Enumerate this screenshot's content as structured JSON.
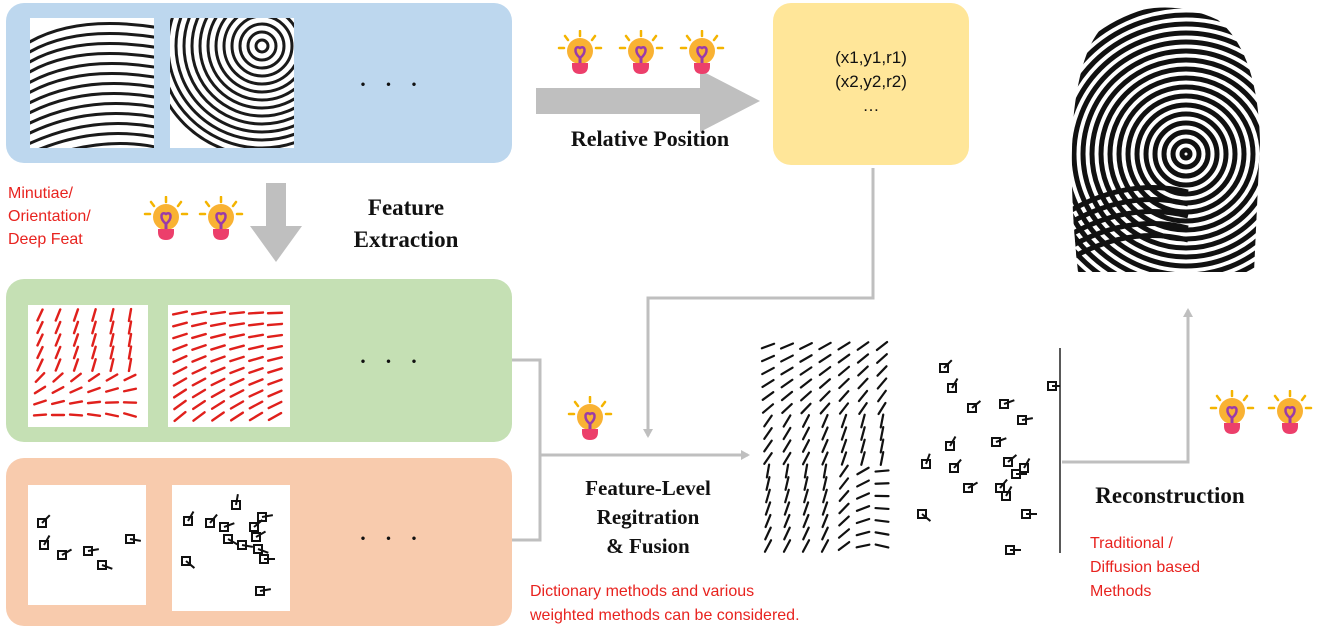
{
  "labels": {
    "relative_position": "Relative Position",
    "feature_extraction_line1": "Feature",
    "feature_extraction_line2": "Extraction",
    "feature_level_line1": "Feature-Level",
    "feature_level_line2": "Regitration",
    "feature_level_line3": "& Fusion",
    "reconstruction": "Reconstruction"
  },
  "notes": {
    "features_line1": "Minutiae/",
    "features_line2": "Orientation/",
    "features_line3": "Deep Feat",
    "dictionary_line1": "Dictionary methods and various",
    "dictionary_line2": "weighted methods can be considered.",
    "methods_line1": "Traditional /",
    "methods_line2": "Diffusion based",
    "methods_line3": "Methods"
  },
  "positions_box": {
    "line1": "(x1,y1,r1)",
    "line2": "(x2,y2,r2)",
    "line3": "…"
  },
  "ellipsis": {
    "fingerprints": "· · ·",
    "orientation": "· · ·",
    "minutiae": "· · ·"
  },
  "colors": {
    "panel_blue": "#bdd7ee",
    "panel_green": "#c5e0b4",
    "panel_orange": "#f8cbad",
    "box_yellow": "#ffe699",
    "arrow_gray": "#bfbfbf",
    "note_red": "#e8231f",
    "orientation_red": "#e0201c"
  },
  "icons": [
    "lightbulb-icon"
  ]
}
